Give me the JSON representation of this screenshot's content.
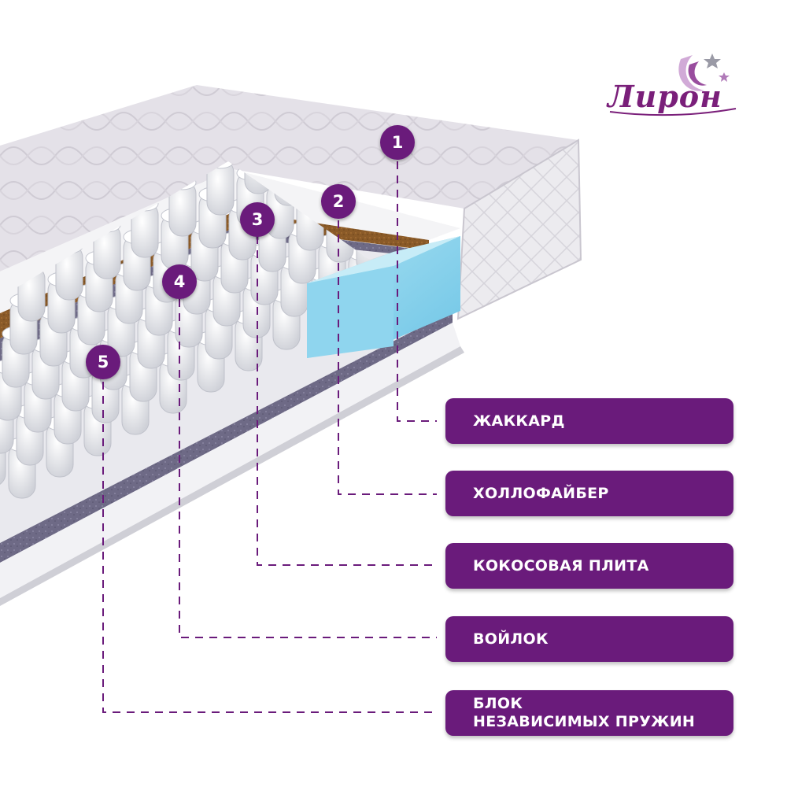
{
  "brand": {
    "logo_text": "Лирон",
    "color": "#7a1f7a",
    "star_color": "#9a9aa6"
  },
  "accent_color": "#6a1b7b",
  "markers": [
    "1",
    "2",
    "3",
    "4",
    "5"
  ],
  "layers": [
    {
      "lines": [
        "ЖАККАРД"
      ]
    },
    {
      "lines": [
        "ХОЛЛОФАЙБЕР"
      ]
    },
    {
      "lines": [
        "КОКОСОВАЯ ПЛИТА"
      ]
    },
    {
      "lines": [
        "ВОЙЛОК"
      ]
    },
    {
      "lines": [
        "БЛОК",
        "НЕЗАВИСИМЫХ ПРУЖИН"
      ]
    }
  ],
  "icons": {
    "logo": "crescent-moon-stars-icon"
  }
}
